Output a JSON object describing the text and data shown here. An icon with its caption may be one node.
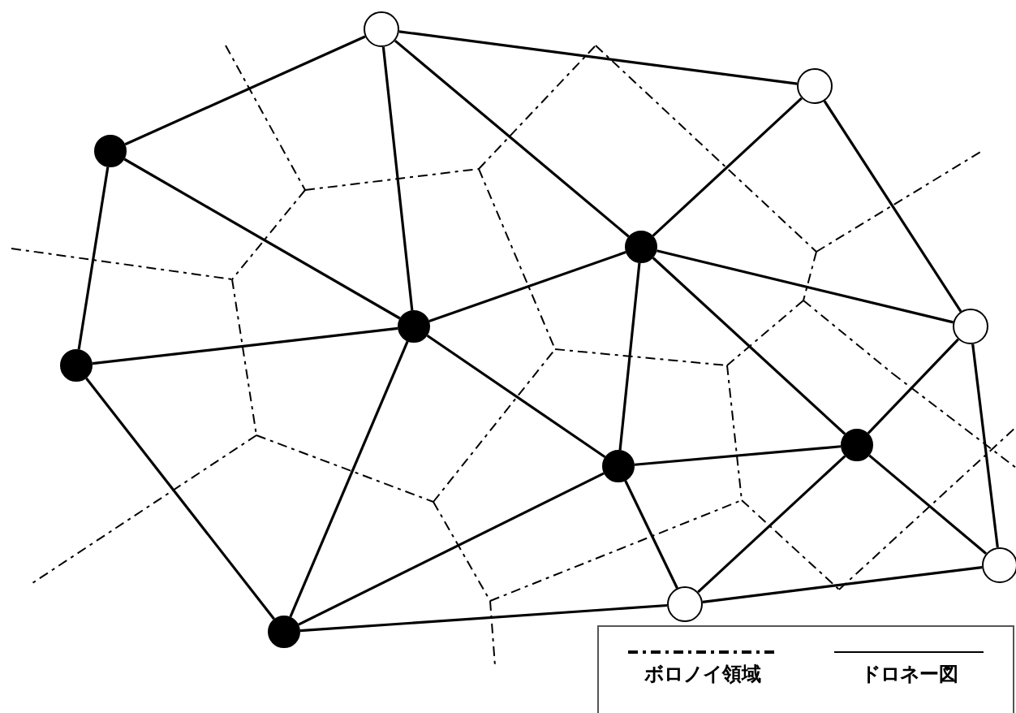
{
  "diagram": {
    "nodes": [
      {
        "text": [],
        "shape": "circle"
      },
      {
        "text": [],
        "shape": "circle"
      },
      {
        "text": [],
        "shape": "circle"
      },
      {
        "text": [],
        "shape": "circle"
      },
      {
        "text": [],
        "shape": "circle"
      },
      {
        "text": [],
        "shape": "circle"
      },
      {
        "text": [],
        "shape": "circle"
      },
      {
        "text": [],
        "shape": "circle"
      },
      {
        "text": [],
        "shape": "circle"
      },
      {
        "text": [],
        "shape": "circle"
      },
      {
        "text": [],
        "shape": "circle"
      },
      {
        "text": [],
        "shape": "circle"
      }
    ],
    "edges": [
      {
        "from": 0,
        "to": 2,
        "arrow": "none"
      },
      {
        "from": 0,
        "to": 1,
        "arrow": "none"
      },
      {
        "from": 0,
        "to": 6,
        "arrow": "none"
      },
      {
        "from": 0,
        "to": 3,
        "arrow": "none"
      },
      {
        "from": 2,
        "to": 5,
        "arrow": "none"
      },
      {
        "from": 2,
        "to": 6,
        "arrow": "none"
      },
      {
        "from": 5,
        "to": 6,
        "arrow": "none"
      },
      {
        "from": 5,
        "to": 11,
        "arrow": "none"
      },
      {
        "from": 6,
        "to": 3,
        "arrow": "none"
      },
      {
        "from": 6,
        "to": 8,
        "arrow": "none"
      },
      {
        "from": 6,
        "to": 11,
        "arrow": "none"
      },
      {
        "from": 1,
        "to": 3,
        "arrow": "none"
      },
      {
        "from": 1,
        "to": 4,
        "arrow": "none"
      },
      {
        "from": 3,
        "to": 4,
        "arrow": "none"
      },
      {
        "from": 3,
        "to": 8,
        "arrow": "none"
      },
      {
        "from": 3,
        "to": 7,
        "arrow": "none"
      },
      {
        "from": 4,
        "to": 7,
        "arrow": "none"
      },
      {
        "from": 4,
        "to": 9,
        "arrow": "none"
      },
      {
        "from": 7,
        "to": 8,
        "arrow": "none"
      },
      {
        "from": 7,
        "to": 9,
        "arrow": "none"
      },
      {
        "from": 7,
        "to": 10,
        "arrow": "none"
      },
      {
        "from": 8,
        "to": 10,
        "arrow": "none"
      },
      {
        "from": 8,
        "to": 11,
        "arrow": "none"
      },
      {
        "from": 11,
        "to": 10,
        "arrow": "none"
      },
      {
        "from": 10,
        "to": 9,
        "arrow": "none"
      }
    ],
    "legend": [
      {
        "text": "ボロノイ領域"
      },
      {
        "text": "ドロネー図"
      }
    ]
  }
}
